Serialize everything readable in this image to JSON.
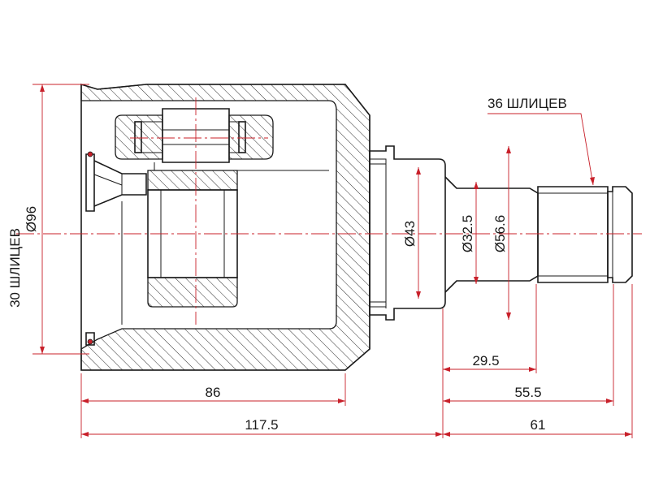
{
  "dimensions": {
    "outer_diameter": "Ø96",
    "housing_splines": "30 ШЛИЦЕВ",
    "length_housing": "86",
    "length_total_housing": "117.5",
    "shaft_length_1": "29.5",
    "shaft_length_2": "55.5",
    "shaft_length_total": "61",
    "bore_diameter": "Ø43",
    "shaft_diameter_small": "Ø32.5",
    "shaft_diameter_large": "Ø56.6",
    "shaft_splines": "36 ШЛИЦЕВ"
  },
  "colors": {
    "dimension_line": "#c8202a",
    "outline": "#1a1a1a"
  }
}
